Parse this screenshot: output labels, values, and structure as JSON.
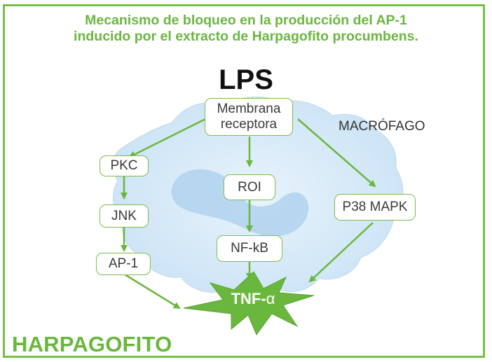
{
  "title": {
    "line1": "Mecanismo de bloqueo en la producción del AP-1",
    "line2": "inducido por el extracto de Harpagofito procumbens."
  },
  "lps": "LPS",
  "cell_label": "MACRÓFAGO",
  "nodes": {
    "membrana": {
      "line1": "Membrana",
      "line2": "receptora"
    },
    "pkc": "PKC",
    "jnk": "JNK",
    "ap1": "AP-1",
    "roi": "ROI",
    "nfkb": "NF-kB",
    "p38": "P38 MAPK"
  },
  "tnf": {
    "prefix": "TNF-",
    "suffix": "α"
  },
  "harpagofito": "HARPAGOFITO",
  "colors": {
    "green": "#6ab73e",
    "cell_light": "#d8ebf8",
    "cell_dark": "#b5d6f0"
  }
}
